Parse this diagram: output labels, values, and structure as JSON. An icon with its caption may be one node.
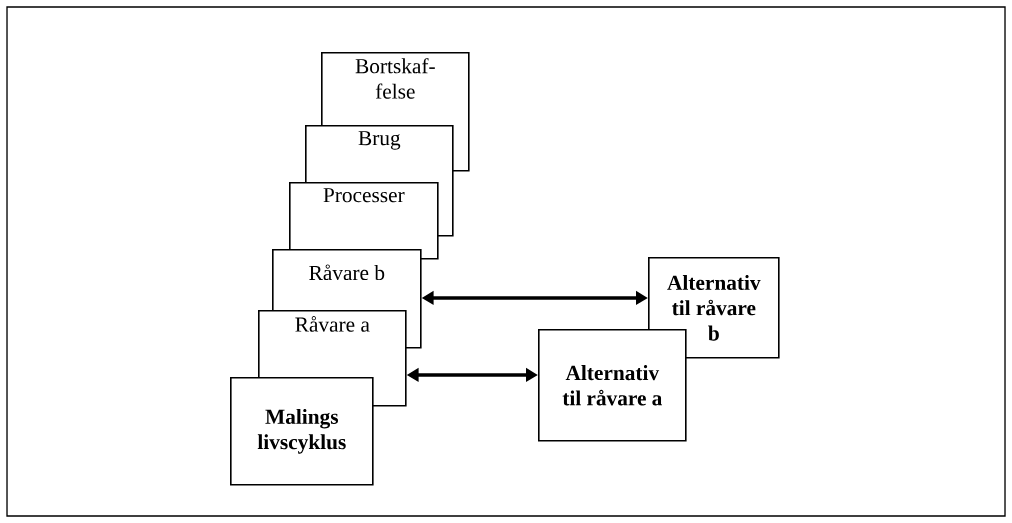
{
  "diagram": {
    "nodes": [
      {
        "text": [
          "Bortskaf- felse"
        ]
      },
      {
        "text": [
          "Brug"
        ]
      },
      {
        "text": [
          "Processer"
        ]
      },
      {
        "text": [
          "Råvare b"
        ]
      },
      {
        "text": [
          "Råvare a"
        ]
      },
      {
        "text": [
          "Malings livscyklus"
        ]
      },
      {
        "text": [
          "Alternativ til råvare b"
        ]
      },
      {
        "text": [
          "Alternativ til råvare a"
        ]
      }
    ],
    "edges": [
      {
        "from": 3,
        "to": 6,
        "arrow": "both"
      },
      {
        "from": 4,
        "to": 7,
        "arrow": "both"
      }
    ]
  }
}
